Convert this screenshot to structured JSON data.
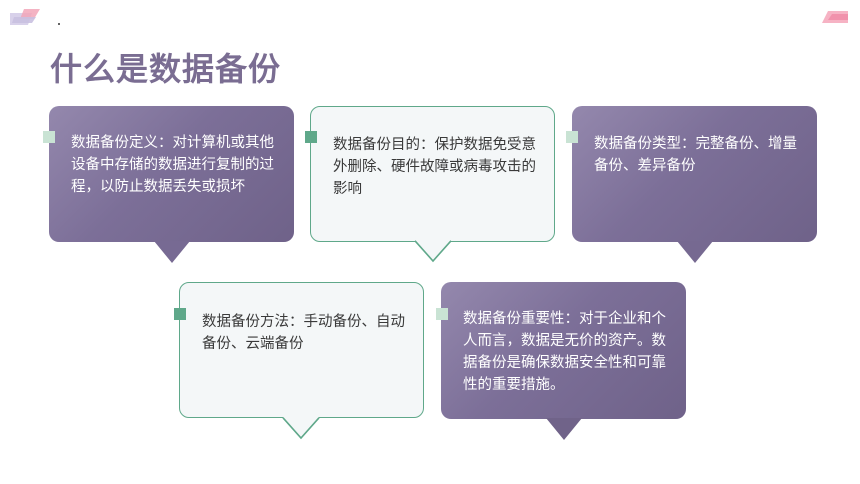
{
  "slide": {
    "title": "什么是数据备份"
  },
  "cards": [
    {
      "id": "definition",
      "text": "数据备份定义：对计算机或其他设备中存储的数据进行复制的过程，以防止数据丢失或损坏",
      "style": "purple"
    },
    {
      "id": "purpose",
      "text": "数据备份目的：保护数据免受意外删除、硬件故障或病毒攻击的影响",
      "style": "light"
    },
    {
      "id": "types",
      "text": "数据备份类型：完整备份、增量备份、差异备份",
      "style": "purple"
    },
    {
      "id": "methods",
      "text": "数据备份方法：手动备份、自动备份、云端备份",
      "style": "light"
    },
    {
      "id": "importance",
      "text": "数据备份重要性：对于企业和个人而言，数据是无价的资产。数据备份是确保数据安全性和可靠性的重要措施。",
      "style": "purple"
    }
  ],
  "colors": {
    "title": "#7a6d92",
    "card_purple": "#7c6f98",
    "card_border_green": "#5fa88a",
    "marker_pale": "#c9e3d4",
    "deco_pink": "#f2a6b8",
    "deco_lavender": "#c9c0e0"
  }
}
